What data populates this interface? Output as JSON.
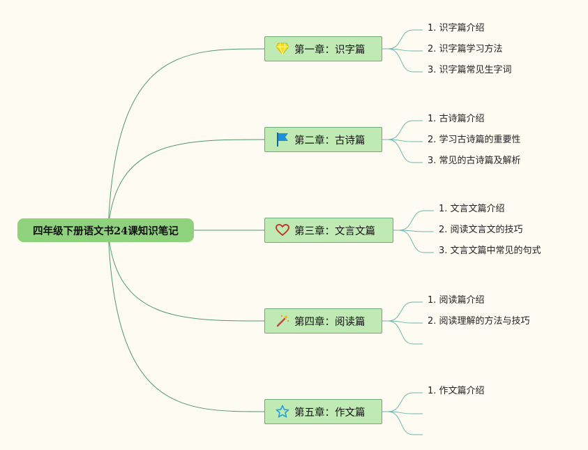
{
  "root": {
    "title": "四年级下册语文书24课知识笔记",
    "color": "#8fd27e"
  },
  "chapters": [
    {
      "label": "第一章：识字篇",
      "icon": "diamond-icon",
      "icon_color": "#f2df1b",
      "items": [
        "1. 识字篇介绍",
        "2. 识字篇学习方法",
        "3. 识字篇常见生字词"
      ]
    },
    {
      "label": "第二章：古诗篇",
      "icon": "flag-icon",
      "icon_color": "#1f8fd8",
      "items": [
        "1. 古诗篇介绍",
        "2. 学习古诗篇的重要性",
        "3. 常见的古诗篇及解析"
      ]
    },
    {
      "label": "第三章：文言文篇",
      "icon": "heart-icon",
      "icon_color": "#c0392b",
      "items": [
        "1. 文言文篇介绍",
        "2. 阅读文言文的技巧",
        "3. 文言文篇中常见的句式"
      ]
    },
    {
      "label": "第四章：阅读篇",
      "icon": "magic-wand-icon",
      "icon_color": "#d63b4a",
      "items": [
        "1. 阅读篇介绍",
        "2. 阅读理解的方法与技巧",
        ""
      ]
    },
    {
      "label": "第五章：作文篇",
      "icon": "star-icon",
      "icon_color": "#2aa6d8",
      "items": [
        "1. 作文篇介绍",
        "",
        ""
      ]
    }
  ],
  "colors": {
    "background": "#fdfbf2",
    "chapter_fill": "#bfeab3",
    "chapter_border": "#6ea878",
    "connector_main": "#4e9a6b",
    "connector_leaf": "#6fb7aa"
  }
}
